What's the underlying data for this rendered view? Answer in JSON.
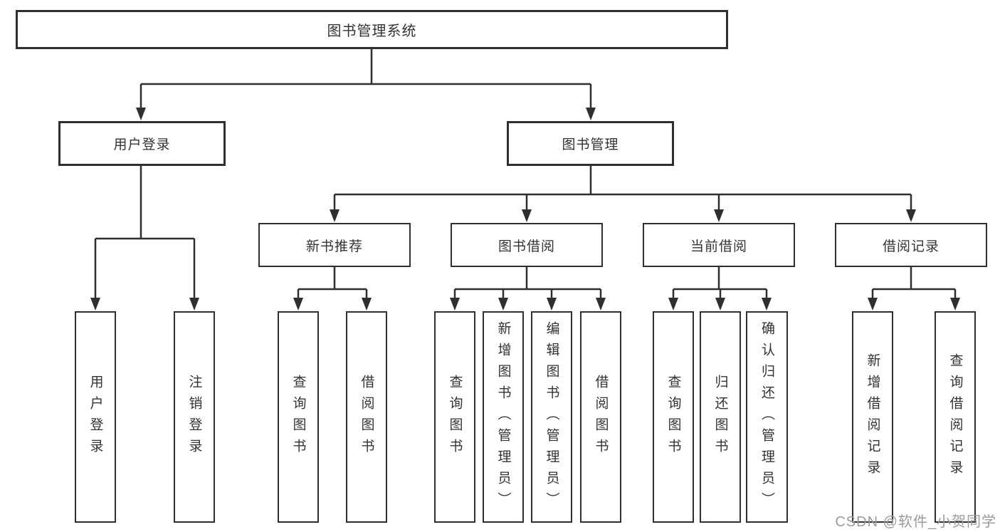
{
  "colors": {
    "line": "#2f2f2f",
    "text": "#333333",
    "watermark": "#9b9b9d",
    "background": "#ffffff"
  },
  "diagram": {
    "root_label": "图书管理系统",
    "branches": [
      {
        "label": "用户登录",
        "children": [
          {
            "label": "用户登录"
          },
          {
            "label": "注销登录"
          }
        ]
      },
      {
        "label": "图书管理",
        "children": [
          {
            "label": "新书推荐",
            "children": [
              {
                "label": "查询图书"
              },
              {
                "label": "借阅图书"
              }
            ]
          },
          {
            "label": "图书借阅",
            "children": [
              {
                "label": "查询图书"
              },
              {
                "label": "新增图书（管理员）"
              },
              {
                "label": "编辑图书（管理员）"
              },
              {
                "label": "借阅图书"
              }
            ]
          },
          {
            "label": "当前借阅",
            "children": [
              {
                "label": "查询图书"
              },
              {
                "label": "归还图书"
              },
              {
                "label": "确认归还（管理员）"
              }
            ]
          },
          {
            "label": "借阅记录",
            "children": [
              {
                "label": "新增借阅记录"
              },
              {
                "label": "查询借阅记录"
              }
            ]
          }
        ]
      }
    ]
  },
  "watermark": {
    "text": "CSDN @软件_小贺同学"
  }
}
